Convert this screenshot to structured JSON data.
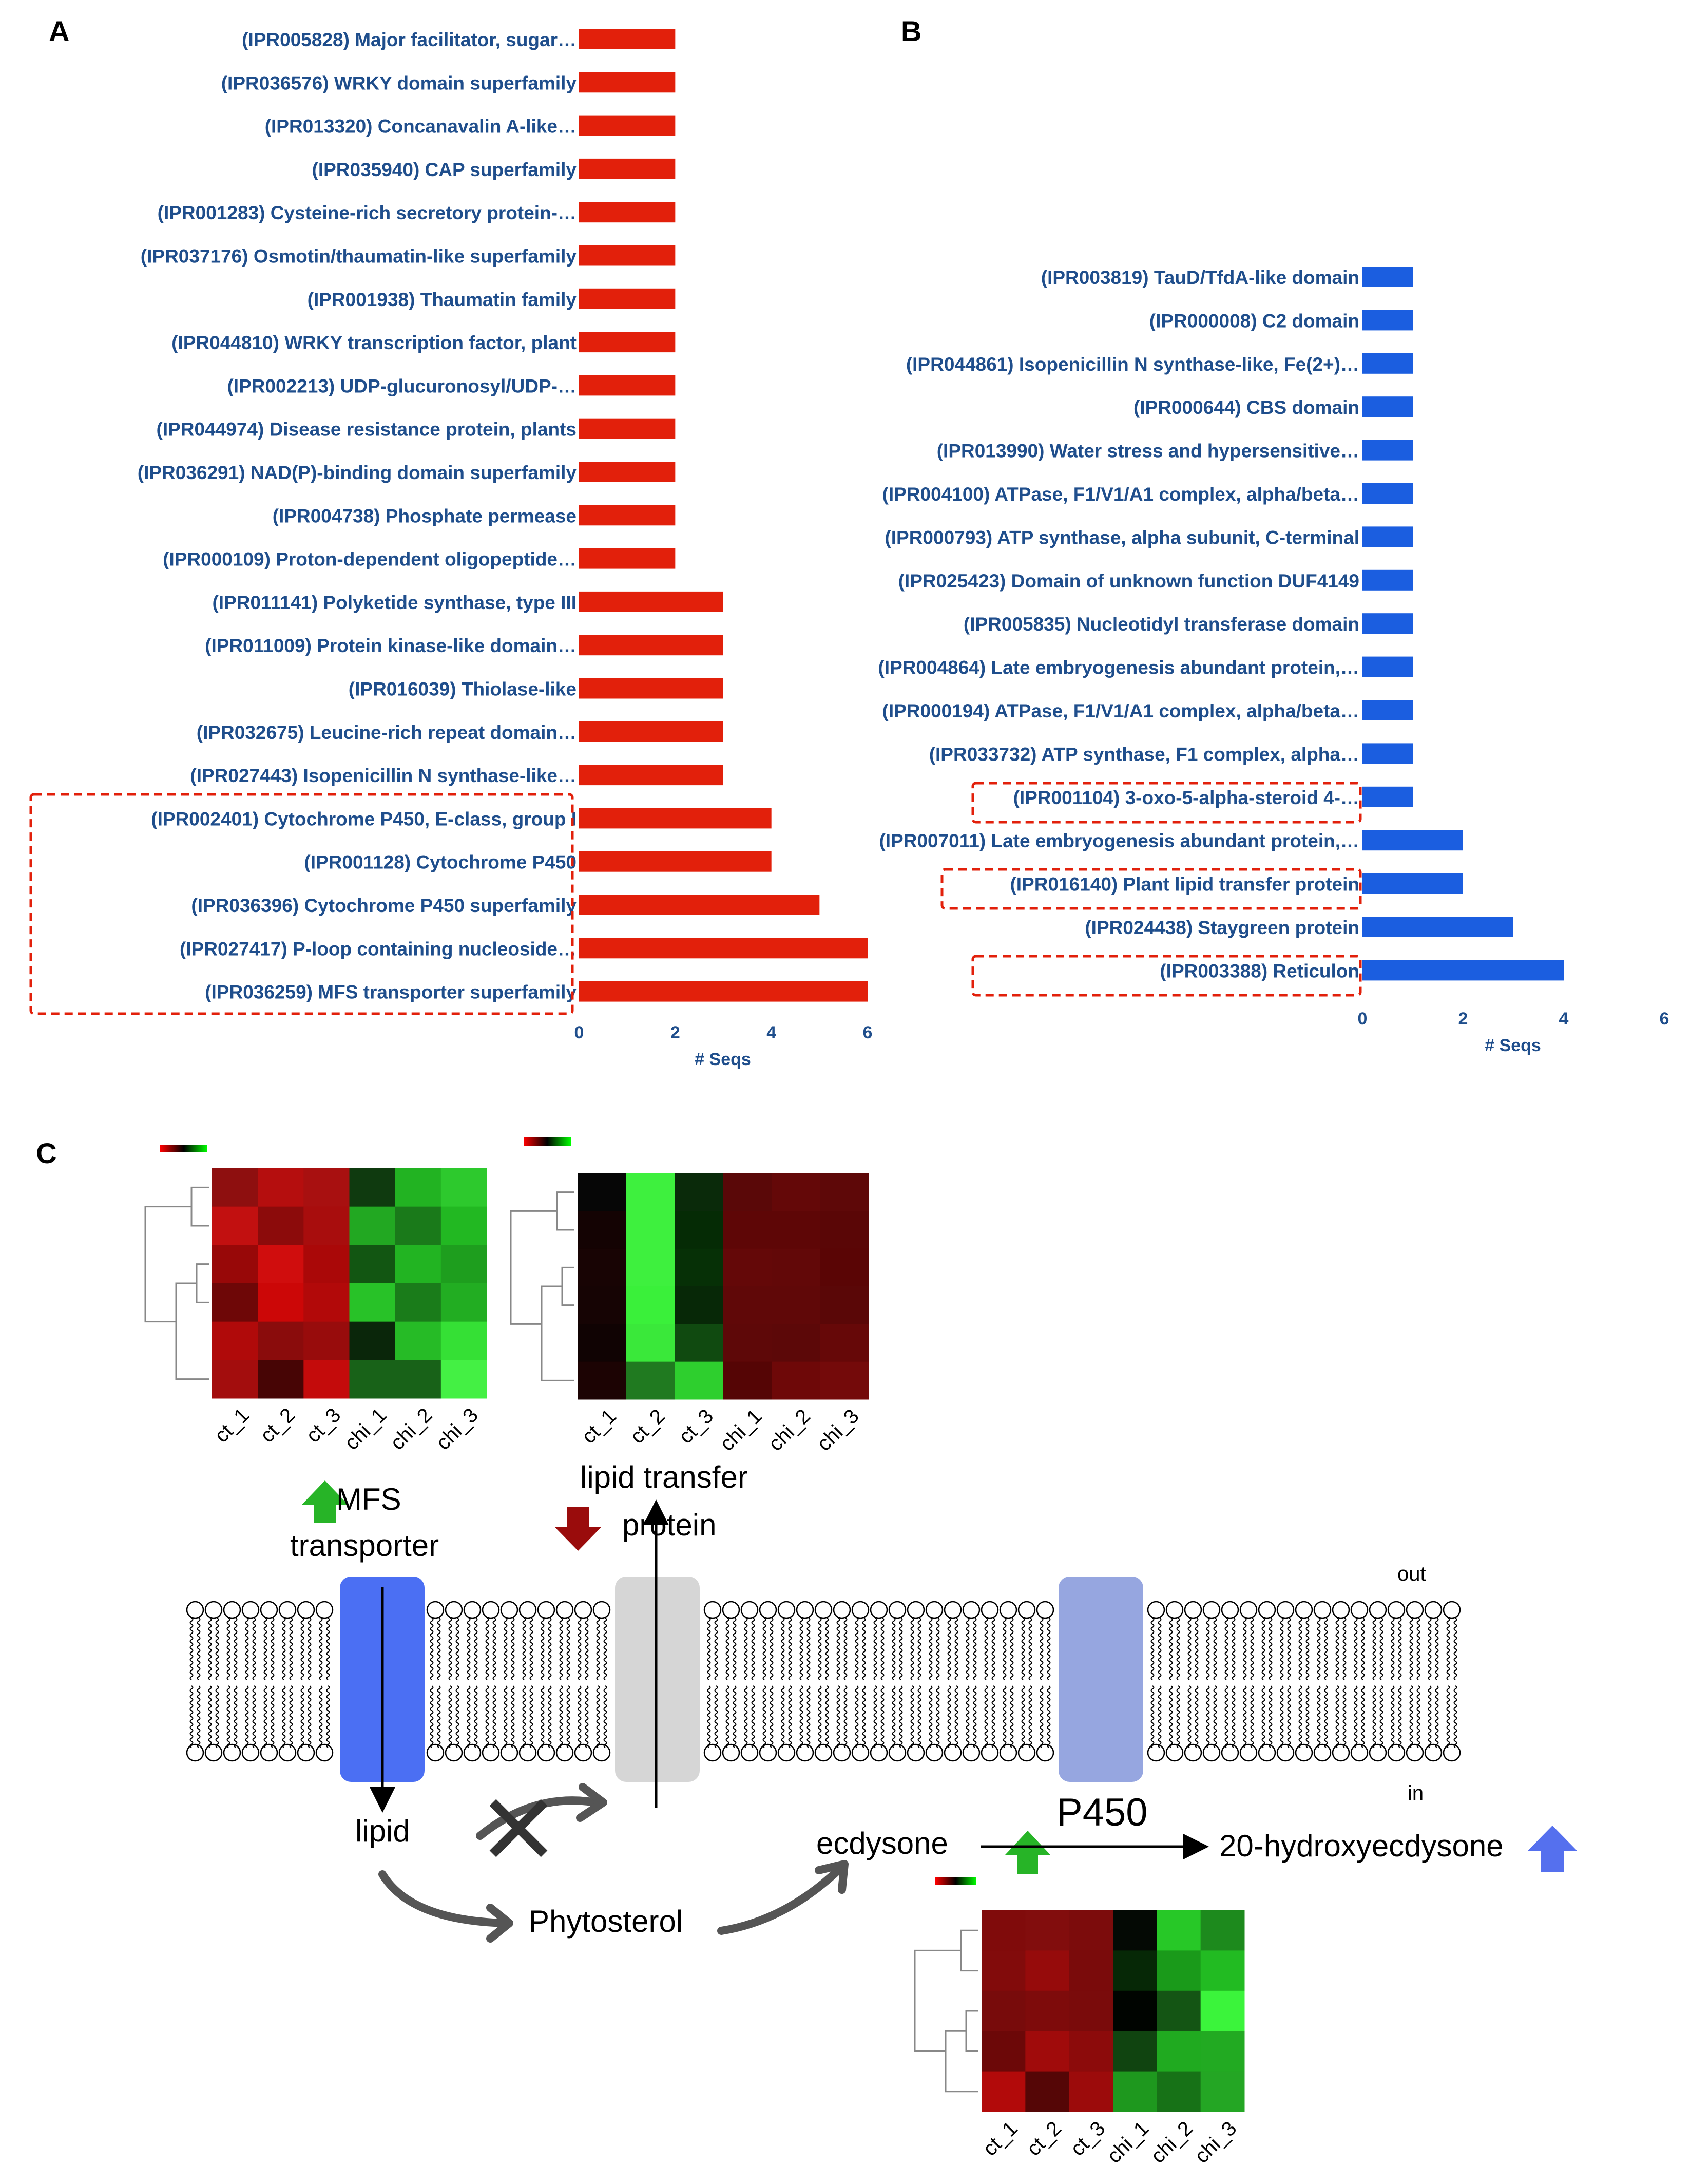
{
  "panels": {
    "a": "A",
    "b": "B",
    "c": "C"
  },
  "chart_data": [
    {
      "type": "bar",
      "orientation": "horizontal",
      "panel": "A",
      "color": "#e2200b",
      "categories": [
        "(IPR005828) Major facilitator,  sugar…",
        "(IPR036576) WRKY domain superfamily",
        "(IPR013320) Concanavalin A-like…",
        "(IPR035940) CAP superfamily",
        "(IPR001283) Cysteine-rich  secretory protein-…",
        "(IPR037176) Osmotin/thaumatin-like superfamily",
        "(IPR001938) Thaumatin family",
        "(IPR044810) WRKY transcription factor, plant",
        "(IPR002213) UDP-glucuronosyl/UDP-…",
        "(IPR044974) Disease resistance protein, plants",
        "(IPR036291) NAD(P)-binding domain superfamily",
        "(IPR004738) Phosphate permease",
        "(IPR000109) Proton-dependent oligopeptide…",
        "(IPR011141) Polyketide synthase, type III",
        "(IPR011009) Protein kinase-like domain…",
        "(IPR016039) Thiolase-like",
        "(IPR032675) Leucine-rich repeat domain…",
        "(IPR027443) Isopenicillin N synthase-like…",
        "(IPR002401) Cytochrome P450, E-class, group I",
        "(IPR001128) Cytochrome P450",
        "(IPR036396) Cytochrome P450 superfamily",
        "(IPR027417) P-loop containing nucleoside…",
        "(IPR036259) MFS transporter superfamily"
      ],
      "values": [
        2,
        2,
        2,
        2,
        2,
        2,
        2,
        2,
        2,
        2,
        2,
        2,
        2,
        3,
        3,
        3,
        3,
        3,
        4,
        4,
        5,
        6,
        6
      ],
      "highlighted": [
        18,
        19,
        20,
        21,
        22
      ],
      "xlabel": "# Seqs",
      "xticks": [
        "0",
        "2",
        "4",
        "6"
      ],
      "xlim": [
        0,
        6
      ]
    },
    {
      "type": "bar",
      "orientation": "horizontal",
      "panel": "B",
      "color": "#1b5ee0",
      "categories": [
        "(IPR003819) TauD/TfdA-like domain",
        "(IPR000008) C2 domain",
        "(IPR044861) Isopenicillin N synthase-like, Fe(2+)…",
        "(IPR000644) CBS domain",
        "(IPR013990) Water stress and hypersensitive…",
        "(IPR004100) ATPase, F1/V1/A1 complex, alpha/beta…",
        "(IPR000793) ATP synthase, alpha subunit, C-terminal",
        "(IPR025423) Domain of unknown function DUF4149",
        "(IPR005835) Nucleotidyl transferase domain",
        "(IPR004864) Late embryogenesis abundant protein,…",
        "(IPR000194) ATPase, F1/V1/A1 complex, alpha/beta…",
        "(IPR033732) ATP synthase, F1 complex, alpha…",
        "(IPR001104) 3-oxo-5-alpha-steroid 4-…",
        "(IPR007011) Late embryogenesis abundant protein,…",
        "(IPR016140) Plant lipid transfer protein",
        "(IPR024438) Staygreen protein",
        "(IPR003388) Reticulon"
      ],
      "values": [
        1,
        1,
        1,
        1,
        1,
        1,
        1,
        1,
        1,
        1,
        1,
        1,
        1,
        2,
        2,
        3,
        4
      ],
      "highlighted": [
        12,
        14,
        16
      ],
      "xlabel": "# Seqs",
      "xticks": [
        "0",
        "2",
        "4",
        "6"
      ],
      "xlim": [
        0,
        6
      ]
    },
    {
      "type": "heatmap",
      "panel": "C",
      "name": "mfs-heatmap",
      "columns": [
        "ct_1",
        "ct_2",
        "ct_3",
        "chi_1",
        "chi_2",
        "chi_3"
      ],
      "colorscale": [
        "#ff0000",
        "#000000",
        "#00ff00"
      ],
      "colors": [
        [
          "#8e0f0f",
          "#b50e0e",
          "#a81010",
          "#0f3a0f",
          "#22b322",
          "#2dc92d"
        ],
        [
          "#c21010",
          "#8c0b0b",
          "#a80d0d",
          "#22a822",
          "#1a7a1a",
          "#22b822"
        ],
        [
          "#980808",
          "#d00d0d",
          "#aa0808",
          "#125612",
          "#22b422",
          "#1e9e1e"
        ],
        [
          "#6e0707",
          "#cc0707",
          "#b20909",
          "#28c228",
          "#1a7c1a",
          "#22ad22"
        ],
        [
          "#b00a0a",
          "#8a0c0c",
          "#980c0c",
          "#0a260a",
          "#26bb26",
          "#35e035"
        ],
        [
          "#a30d0d",
          "#470505",
          "#c40b0b",
          "#186218",
          "#186218",
          "#44f044"
        ]
      ]
    },
    {
      "type": "heatmap",
      "panel": "C",
      "name": "lipid-transfer-heatmap",
      "columns": [
        "ct_1",
        "ct_2",
        "ct_3",
        "chi_1",
        "chi_2",
        "chi_3"
      ],
      "colorscale": [
        "#ff0000",
        "#000000",
        "#00ff00"
      ],
      "colors": [
        [
          "#060606",
          "#3ef03e",
          "#0a2a0a",
          "#5a0808",
          "#640808",
          "#5e0808"
        ],
        [
          "#140303",
          "#3ef03e",
          "#052b05",
          "#5e0606",
          "#5e0606",
          "#5a0606"
        ],
        [
          "#180404",
          "#3ef03e",
          "#063006",
          "#640808",
          "#620808",
          "#5a0505"
        ],
        [
          "#160404",
          "#3af03a",
          "#072807",
          "#600808",
          "#600808",
          "#5a0707"
        ],
        [
          "#100303",
          "#3ae83a",
          "#104a10",
          "#5e0808",
          "#5c0808",
          "#660808"
        ],
        [
          "#1c0303",
          "#207a20",
          "#2ecf2e",
          "#550505",
          "#6e0808",
          "#740a0a"
        ]
      ]
    },
    {
      "type": "heatmap",
      "panel": "C",
      "name": "p450-heatmap",
      "columns": [
        "ct_1",
        "ct_2",
        "ct_3",
        "chi_1",
        "chi_2",
        "chi_3"
      ],
      "colorscale": [
        "#ff0000",
        "#000000",
        "#00ff00"
      ],
      "colors": [
        [
          "#800b0b",
          "#820d0d",
          "#7c0c0c",
          "#040904",
          "#27c827",
          "#1d8a1d"
        ],
        [
          "#820b0b",
          "#960b0b",
          "#7a0b0b",
          "#062806",
          "#1a9a1a",
          "#22bb22"
        ],
        [
          "#780b0b",
          "#7e0b0b",
          "#7a0b0b",
          "#000400",
          "#145514",
          "#3bf43b"
        ],
        [
          "#6c0808",
          "#a00b0b",
          "#8c0b0b",
          "#104410",
          "#20aa20",
          "#22aa22"
        ],
        [
          "#b20a0a",
          "#550606",
          "#9c0b0b",
          "#1e981e",
          "#177217",
          "#24a624"
        ]
      ]
    }
  ],
  "diagram": {
    "mfs_label_line1": "MFS",
    "mfs_label_line2": "transporter",
    "ltp_label_line1": "lipid transfer",
    "ltp_label_line2": "protein",
    "out_label": "out",
    "in_label": "in",
    "lipid": "lipid",
    "phytosterol": "Phytosterol",
    "ecdysone": "ecdysone",
    "p450": "P450",
    "hydroxyecdysone": "20-hydroxyecdysone",
    "colors": {
      "up_arrow": "#27b427",
      "down_arrow": "#9a0c0c",
      "blue_arrow": "#5570ee",
      "mfs_protein": "#4b6ff3",
      "ltp_protein": "#d6d6d6",
      "p450_protein": "#96a6e0"
    }
  }
}
